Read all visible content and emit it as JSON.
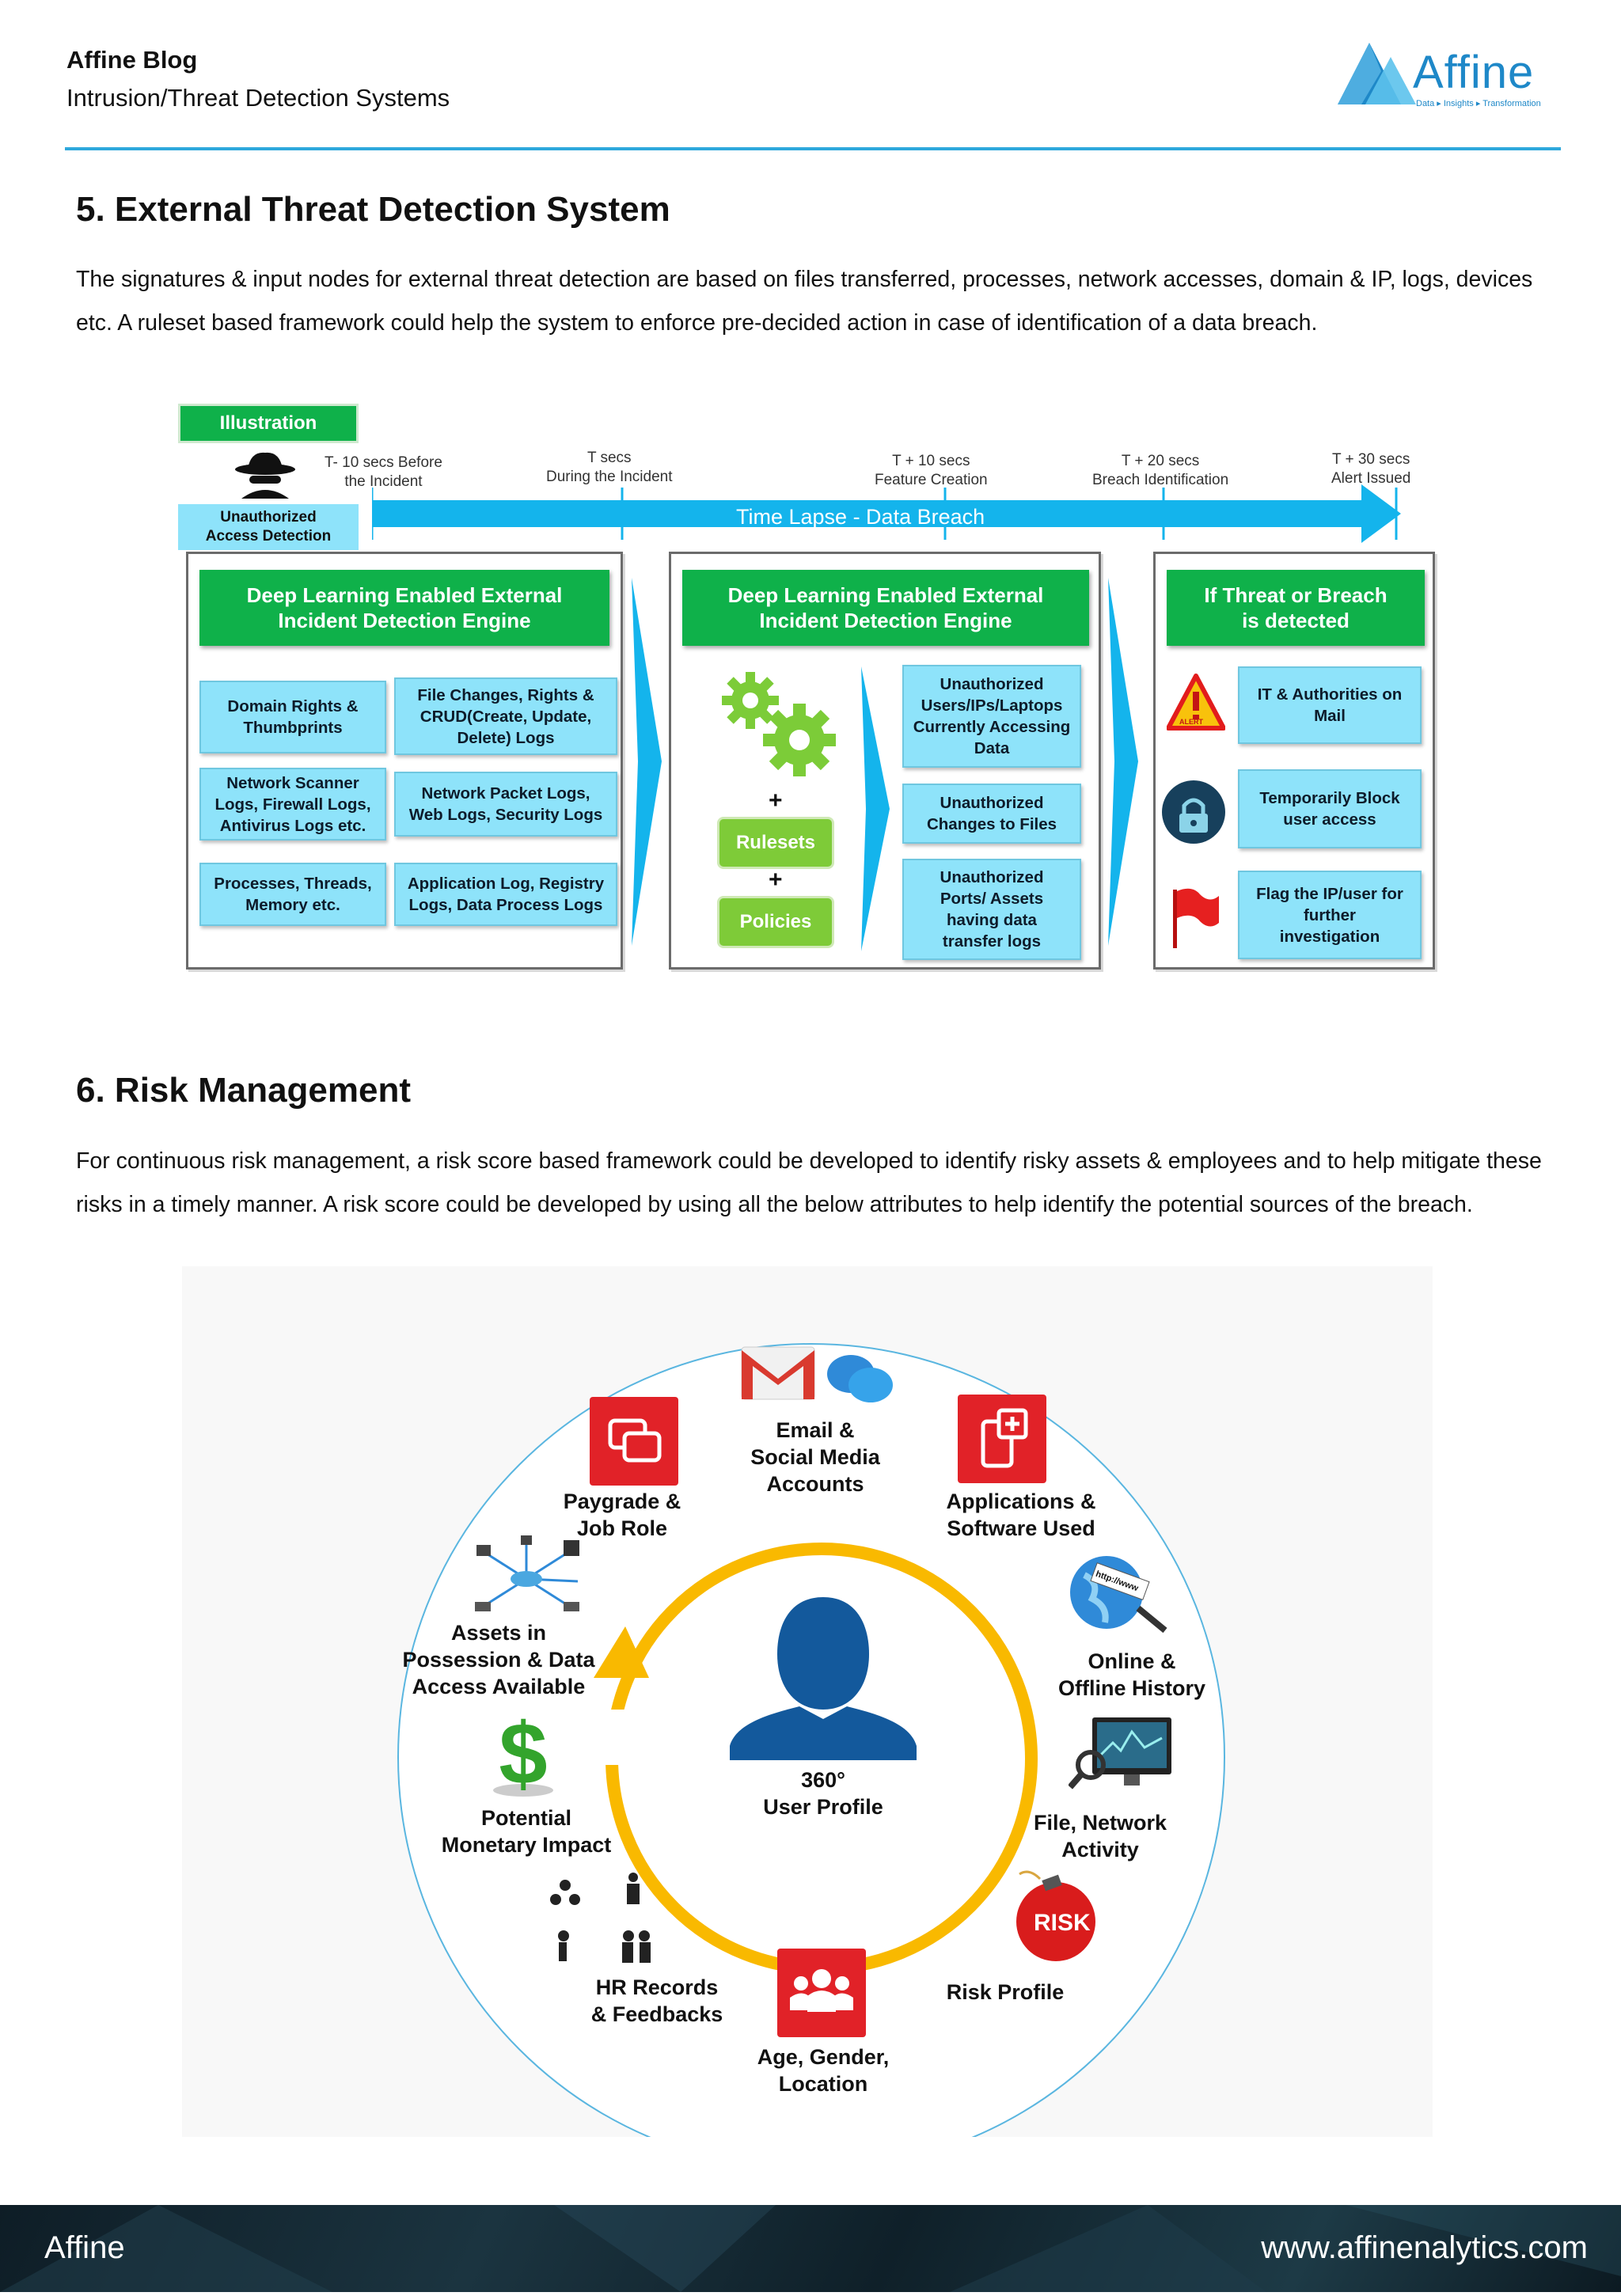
{
  "header": {
    "title": "Affine Blog",
    "subtitle": "Intrusion/Threat Detection Systems",
    "logo_text": "Affine",
    "logo_tagline": "Data ▸ Insights ▸ Transformation",
    "accent": "#2ea8dc"
  },
  "section5": {
    "heading": "5. External Threat Detection System",
    "para_line1": "The signatures & input nodes for external threat detection are based on files transferred, processes, network accesses, domain & IP, logs, devices",
    "para_line2": "etc. A ruleset based framework could help the system to enforce pre-decided action in case of identification of a data breach.",
    "diagram": {
      "illustration_label": "Illustration",
      "unauth_label_1": "Unauthorized",
      "unauth_label_2": "Access Detection",
      "arrow_label": "Time Lapse - Data Breach",
      "timeline": [
        {
          "l1": "T- 10 secs Before",
          "l2": "the Incident"
        },
        {
          "l1": "T secs",
          "l2": "During the Incident"
        },
        {
          "l1": "T + 10 secs",
          "l2": "Feature Creation"
        },
        {
          "l1": "T + 20 secs",
          "l2": "Breach Identification"
        },
        {
          "l1": "T + 30 secs",
          "l2": "Alert Issued"
        }
      ],
      "panel1_title_1": "Deep Learning Enabled External",
      "panel1_title_2": "Incident Detection Engine",
      "panel1_items": [
        [
          "Domain Rights &",
          "Thumbprints",
          ""
        ],
        [
          "File Changes, Rights &",
          "CRUD(Create, Update,",
          "Delete) Logs"
        ],
        [
          "Network Scanner",
          "Logs, Firewall Logs,",
          "Antivirus Logs etc."
        ],
        [
          "Network Packet Logs,",
          "Web Logs, Security Logs",
          ""
        ],
        [
          "Processes, Threads,",
          "Memory etc.",
          ""
        ],
        [
          "Application Log, Registry",
          "Logs, Data Process Logs",
          ""
        ]
      ],
      "panel2_title_1": "Deep Learning Enabled External",
      "panel2_title_2": "Incident Detection Engine",
      "plus": "+",
      "rulesets": "Rulesets",
      "policies": "Policies",
      "panel2_items": [
        [
          "Unauthorized",
          "Users/IPs/Laptops",
          "Currently  Accessing",
          "Data"
        ],
        [
          "Unauthorized",
          "Changes to Files",
          "",
          ""
        ],
        [
          "Unauthorized",
          "Ports/ Assets",
          "having data",
          "transfer logs"
        ]
      ],
      "panel3_title_1": "If Threat or Breach",
      "panel3_title_2": "is detected",
      "panel3_items": [
        [
          "IT & Authorities on",
          "Mail",
          ""
        ],
        [
          "Temporarily Block",
          "user access",
          ""
        ],
        [
          "Flag the IP/user for",
          "further",
          "investigation"
        ]
      ],
      "alert_text": "ALERT"
    }
  },
  "section6": {
    "heading": "6. Risk Management",
    "para_line1": "For continuous risk management, a risk score based framework could be developed to identify risky assets & employees and to help mitigate these",
    "para_line2": "risks in a timely manner. A risk score could be developed by using all the below attributes to help identify the potential sources of the breach.",
    "center_1": "360°",
    "center_2": "User Profile",
    "labels": {
      "email": [
        "Email &",
        "Social Media",
        "Accounts"
      ],
      "apps": [
        "Applications &",
        "Software Used"
      ],
      "online": [
        "Online &",
        "Offline History"
      ],
      "file": [
        "File, Network",
        "Activity"
      ],
      "risk": [
        "Risk Profile"
      ],
      "age": [
        "Age, Gender,",
        "Location"
      ],
      "hr": [
        "HR Records",
        "& Feedbacks"
      ],
      "money": [
        "Potential",
        "Monetary Impact"
      ],
      "assets": [
        "Assets in",
        "Possession & Data",
        "Access Available"
      ],
      "pay": [
        "Paygrade &",
        "Job Role"
      ]
    },
    "risk_badge": "RISK",
    "www_badge": "http://www"
  },
  "footer": {
    "left": "Affine",
    "right": "www.affinenalytics.com"
  }
}
